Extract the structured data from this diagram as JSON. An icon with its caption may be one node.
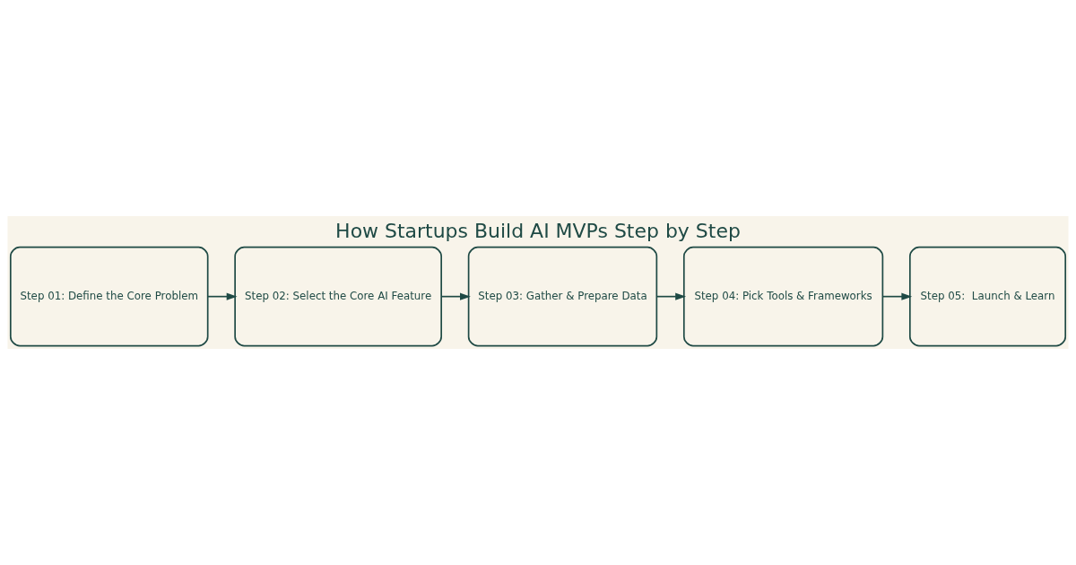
{
  "diagram": {
    "title": "How Startups Build AI MVPs Step by Step",
    "nodes": [
      {
        "text": [
          "Step 01: Define the Core Problem"
        ]
      },
      {
        "text": [
          "Step 02: Select the Core AI Feature"
        ]
      },
      {
        "text": [
          "Step 03: Gather & Prepare Data"
        ]
      },
      {
        "text": [
          "Step 04: Pick Tools & Frameworks"
        ]
      },
      {
        "text": [
          "Step 05:  Launch & Learn"
        ]
      }
    ],
    "edges": [
      {
        "from": 0,
        "to": 1,
        "arrow": "to"
      },
      {
        "from": 1,
        "to": 2,
        "arrow": "to"
      },
      {
        "from": 2,
        "to": 3,
        "arrow": "to"
      },
      {
        "from": 3,
        "to": 4,
        "arrow": "to"
      }
    ]
  }
}
